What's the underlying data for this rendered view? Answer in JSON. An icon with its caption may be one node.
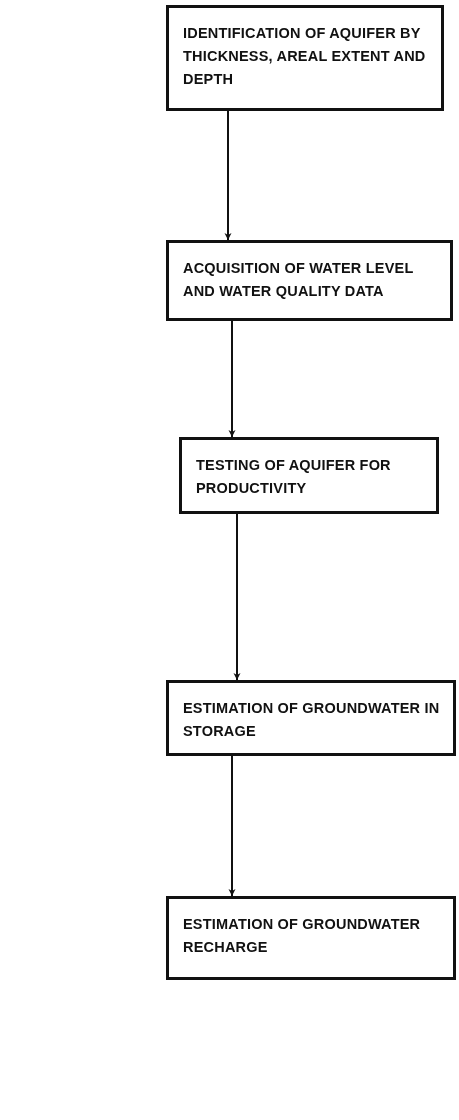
{
  "diagram": {
    "nodes": [
      {
        "text": [
          "IDENTIFICATION OF AQUIFER BY THICKNESS, AREAL EXTENT AND DEPTH"
        ]
      },
      {
        "text": [
          "ACQUISITION OF WATER LEVEL AND WATER QUALITY DATA"
        ]
      },
      {
        "text": [
          "TESTING OF AQUIFER FOR PRODUCTIVITY"
        ]
      },
      {
        "text": [
          "ESTIMATION OF GROUNDWATER IN STORAGE"
        ]
      },
      {
        "text": [
          "ESTIMATION OF GROUNDWATER RECHARGE"
        ]
      }
    ],
    "edges": [
      {
        "from": 0,
        "to": 1,
        "arrow": "to"
      },
      {
        "from": 1,
        "to": 2,
        "arrow": "to"
      },
      {
        "from": 2,
        "to": 3,
        "arrow": "to"
      },
      {
        "from": 3,
        "to": 4,
        "arrow": "to"
      }
    ]
  }
}
